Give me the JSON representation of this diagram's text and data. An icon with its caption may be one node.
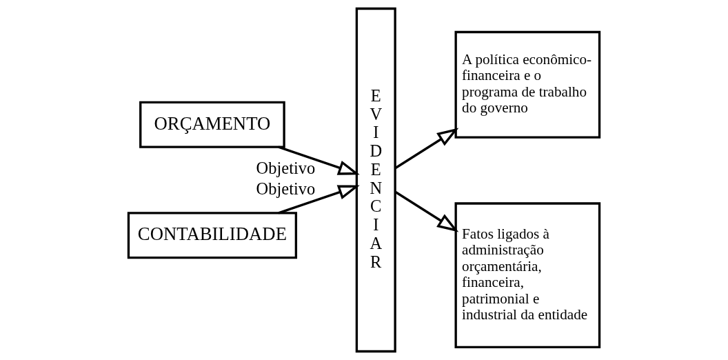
{
  "diagram": {
    "nodes": [
      {
        "text": [
          "ORÇAMENTO"
        ]
      },
      {
        "text": [
          "CONTABILIDADE"
        ]
      },
      {
        "text": [
          "E V I D E N C I A R"
        ]
      },
      {
        "text": [
          "A política econômico-financeira e o programa de trabalho do governo"
        ]
      },
      {
        "text": [
          "Fatos ligados à administração orçamentária, financeira, patrimonial e industrial da entidade"
        ]
      }
    ],
    "edges": [
      {
        "from": 0,
        "to": 2,
        "arrow": "to",
        "label": "Objetivo"
      },
      {
        "from": 1,
        "to": 2,
        "arrow": "to",
        "label": "Objetivo"
      },
      {
        "from": 2,
        "to": 3,
        "arrow": "to"
      },
      {
        "from": 2,
        "to": 4,
        "arrow": "to"
      }
    ]
  }
}
